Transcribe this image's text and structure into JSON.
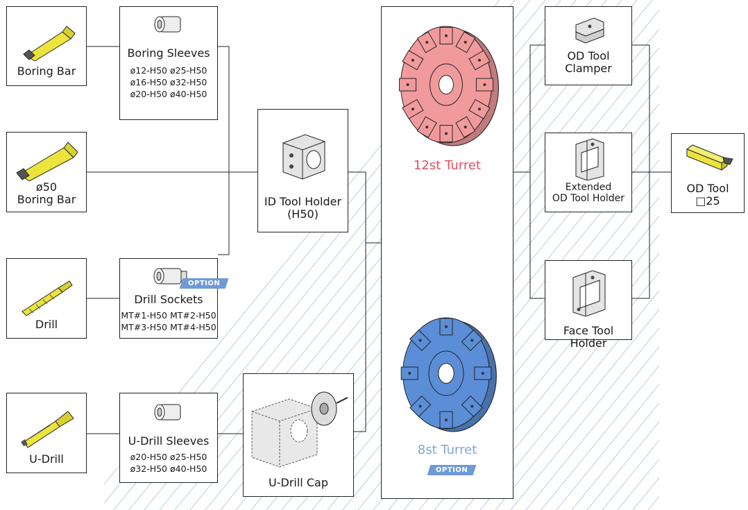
{
  "colors": {
    "hatch": "#b9cbe8",
    "turret_12_color": "#f19a9c",
    "turret_12_title": "#e0505a",
    "turret_8_color": "#5b8ed6",
    "turret_8_title": "#7fa6da",
    "option_badge": "#6f9ad8",
    "od_tool_color": "#ece43c",
    "line": "#222222"
  },
  "tools": {
    "boring_bar": {
      "label": "Boring Bar"
    },
    "boring_bar_50": {
      "label": "ø50\nBoring Bar"
    },
    "drill": {
      "label": "Drill"
    },
    "u_drill": {
      "label": "U-Drill"
    }
  },
  "sleeves": {
    "boring": {
      "title": "Boring Sleeves",
      "specs": "ø12-H50  ø25-H50\nø16-H50  ø32-H50\nø20-H50  ø40-H50"
    },
    "drill": {
      "title": "Drill Sockets",
      "badge": "OPTION",
      "specs": "MT#1-H50  MT#2-H50\nMT#3-H50  MT#4-H50"
    },
    "u_drill": {
      "title": "U-Drill Sleeves",
      "specs": "ø20-H50  ø25-H50\nø32-H50  ø40-H50"
    }
  },
  "holders": {
    "id_holder": {
      "label": "ID Tool Holder\n(H50)"
    },
    "u_drill_cap": {
      "label": "U-Drill Cap"
    }
  },
  "turrets": {
    "t12": {
      "label": "12st Turret"
    },
    "t8": {
      "label": "8st Turret",
      "badge": "OPTION"
    }
  },
  "od_holders": {
    "clamper": {
      "label": "OD Tool\nClamper"
    },
    "extended": {
      "label": "Extended\nOD Tool Holder"
    },
    "face": {
      "label": "Face Tool Holder"
    }
  },
  "od_tool": {
    "label": "OD Tool\n□25"
  }
}
